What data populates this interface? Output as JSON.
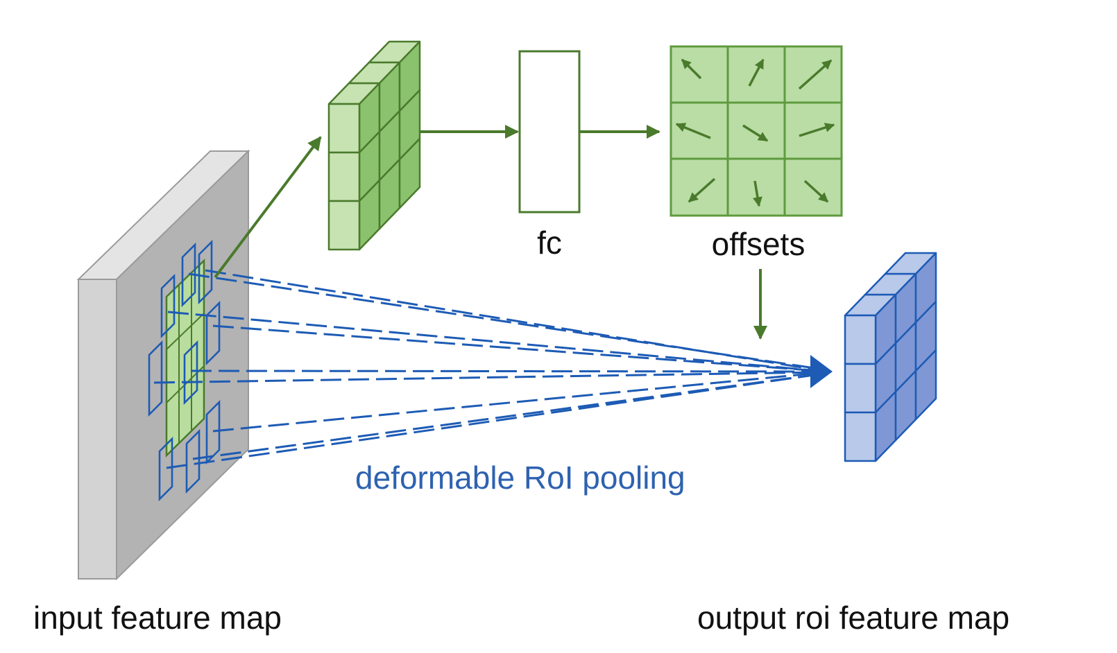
{
  "labels": {
    "input": "input feature map",
    "output": "output roi feature map",
    "fc": "fc",
    "offsets": "offsets",
    "pooling": "deformable RoI pooling"
  },
  "colors": {
    "green_stroke": "#4a7a2c",
    "green_light": "#c6e3b1",
    "green_mid": "#a5d18a",
    "green_dark": "#8bc26e",
    "blue_stroke": "#1d5bb5",
    "blue_light": "#b9c9ea",
    "blue_mid": "#a6b8e3",
    "blue_dark": "#7f97d4",
    "gray_front": "#b3b3b3",
    "gray_side": "#d3d3d3",
    "gray_top": "#e4e4e4",
    "label_black": "#111111",
    "label_blue": "#2e62b0"
  }
}
